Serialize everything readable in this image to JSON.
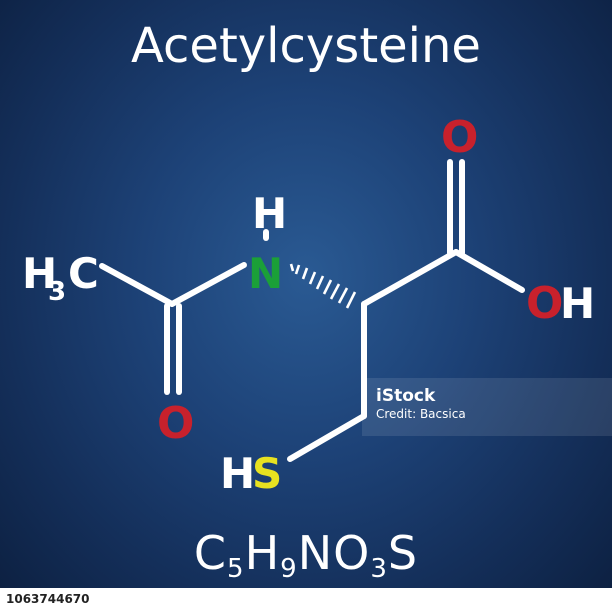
{
  "title": "Acetylcysteine",
  "colors": {
    "background": "#1d4277",
    "oxygen": "#c8212c",
    "nitrogen": "#1ba038",
    "sulfur": "#e8e220",
    "carbon_hydrogen": "#ffffff"
  },
  "atoms": {
    "methyl_h": "H",
    "methyl_h_sub": "3",
    "methyl_c": "C",
    "amide_n": "N",
    "amide_h": "H",
    "amide_o": "O",
    "acid_o": "O",
    "hydroxyl_o": "O",
    "hydroxyl_h": "H",
    "thiol_h": "H",
    "thiol_s": "S"
  },
  "formula": {
    "c": "C",
    "c_sub": "5",
    "h": "H",
    "h_sub": "9",
    "n": "N",
    "o": "O",
    "o_sub": "3",
    "s": "S"
  },
  "watermark": {
    "brand": "iStock",
    "credit": "Credit: Bacsica"
  },
  "footer": {
    "image_id": "1063744670"
  }
}
